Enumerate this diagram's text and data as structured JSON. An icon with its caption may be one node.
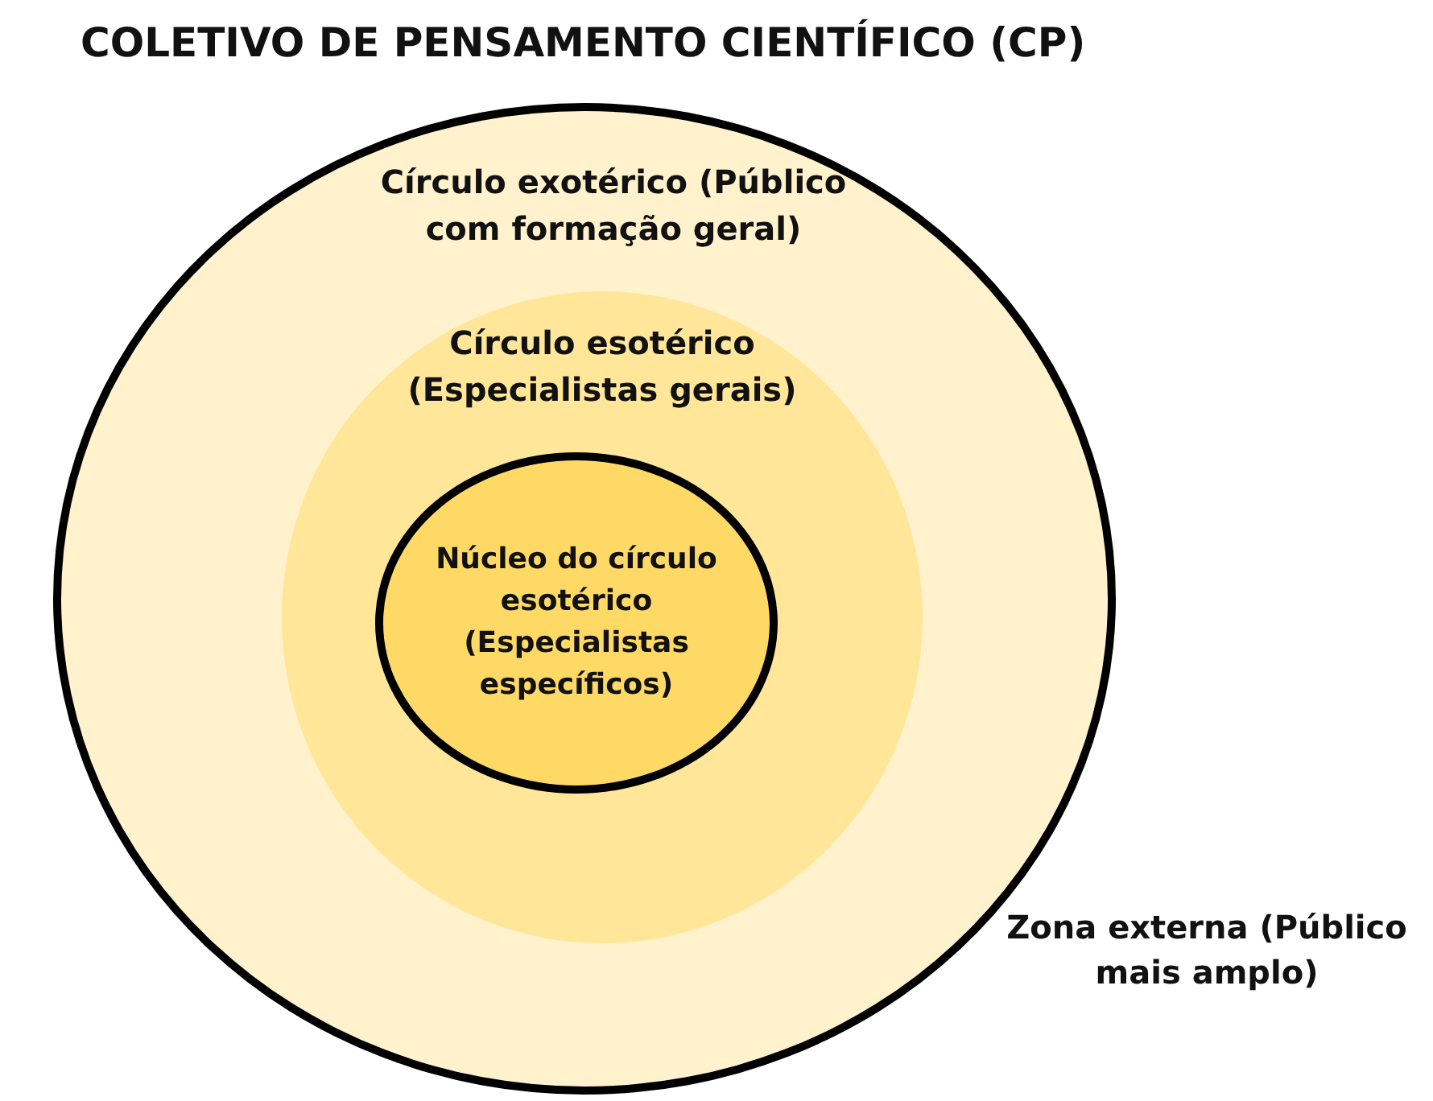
{
  "diagram": {
    "title": "COLETIVO DE PENSAMENTO CIENTÍFICO (CP)",
    "nodes": [
      {
        "text": [
          "Círculo exotérico (Público com formação geral)"
        ]
      },
      {
        "text": [
          "Círculo esotérico (Especialistas gerais)"
        ],
        "in": 0
      },
      {
        "text": [
          "Núcleo do círculo esotérico (Especialistas específicos)"
        ],
        "in": 1
      }
    ],
    "labels": [
      "Zona externa (Público mais amplo)"
    ]
  }
}
